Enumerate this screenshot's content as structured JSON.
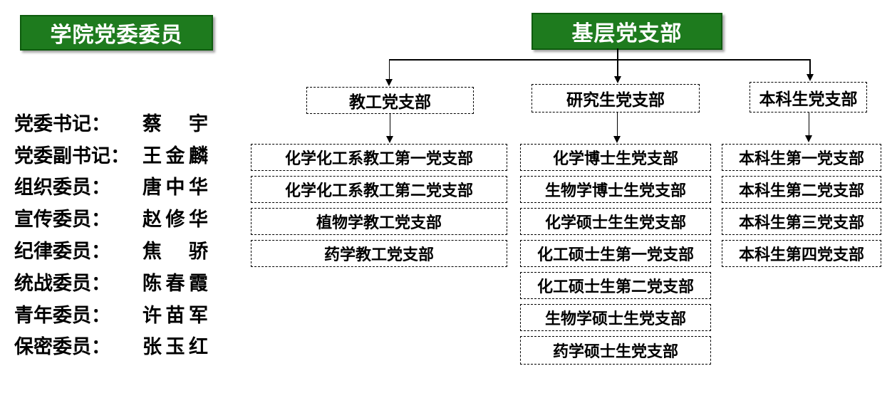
{
  "left_panel": {
    "header": "学院党委委员",
    "members": [
      {
        "role": "党委书记：",
        "name": "蔡宇"
      },
      {
        "role": "党委副书记：",
        "name": "王金麟"
      },
      {
        "role": "组织委员：",
        "name": "唐中华"
      },
      {
        "role": "宣传委员：",
        "name": "赵修华"
      },
      {
        "role": "纪律委员：",
        "name": "焦骄"
      },
      {
        "role": "统战委员：",
        "name": "陈春霞"
      },
      {
        "role": "青年委员：",
        "name": "许苗军"
      },
      {
        "role": "保密委员：",
        "name": "张玉红"
      }
    ]
  },
  "right_panel": {
    "header": "基层党支部",
    "branches": [
      {
        "label": "教工党支部",
        "children": [
          "化学化工系教工第一党支部",
          "化学化工系教工第二党支部",
          "植物学教工党支部",
          "药学教工党支部"
        ]
      },
      {
        "label": "研究生党支部",
        "children": [
          "化学博士生党支部",
          "生物学博士生党支部",
          "化学硕士生生党支部",
          "化工硕士生第一党支部",
          "化工硕士生第二党支部",
          "生物学硕士生党支部",
          "药学硕士生党支部"
        ]
      },
      {
        "label": "本科生党支部",
        "children": [
          "本科生第一党支部",
          "本科生第二党支部",
          "本科生第三党支部",
          "本科生第四党支部"
        ]
      }
    ]
  },
  "colors": {
    "header_bg": "#1e7b1e",
    "header_border": "#0e5c0e",
    "header_text": "#ffffff",
    "box_border": "#000000",
    "line": "#000000",
    "text": "#000000",
    "background": "#ffffff"
  }
}
